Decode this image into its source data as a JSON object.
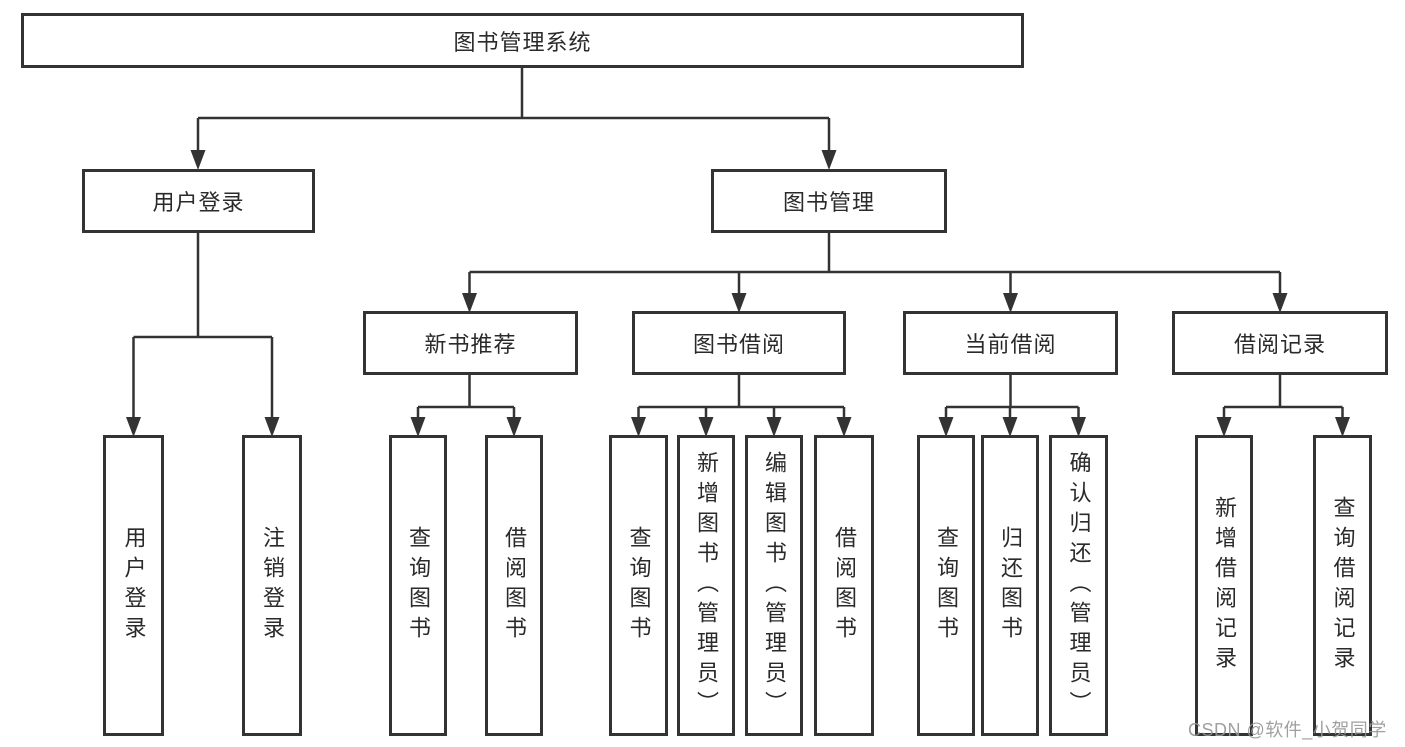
{
  "title": "图书管理系统",
  "tree": {
    "label": "图书管理系统",
    "children": [
      {
        "label": "用户登录",
        "children": [
          {
            "label": "用户登录"
          },
          {
            "label": "注销登录"
          }
        ]
      },
      {
        "label": "图书管理",
        "children": [
          {
            "label": "新书推荐",
            "children": [
              {
                "label": "查询图书"
              },
              {
                "label": "借阅图书"
              }
            ]
          },
          {
            "label": "图书借阅",
            "children": [
              {
                "label": "查询图书"
              },
              {
                "label": "新增图书（管理员）"
              },
              {
                "label": "编辑图书（管理员）"
              },
              {
                "label": "借阅图书"
              }
            ]
          },
          {
            "label": "当前借阅",
            "children": [
              {
                "label": "查询图书"
              },
              {
                "label": "归还图书"
              },
              {
                "label": "确认归还（管理员）"
              }
            ]
          },
          {
            "label": "借阅记录",
            "children": [
              {
                "label": "新增借阅记录"
              },
              {
                "label": "查询借阅记录"
              }
            ]
          }
        ]
      }
    ]
  },
  "watermark": {
    "text": "CSDN @软件_小贺同学"
  },
  "colors": {
    "line": "#333333",
    "box_border": "#333333",
    "text": "#2a2a2a",
    "background": "#ffffff",
    "watermark": "#969696"
  }
}
